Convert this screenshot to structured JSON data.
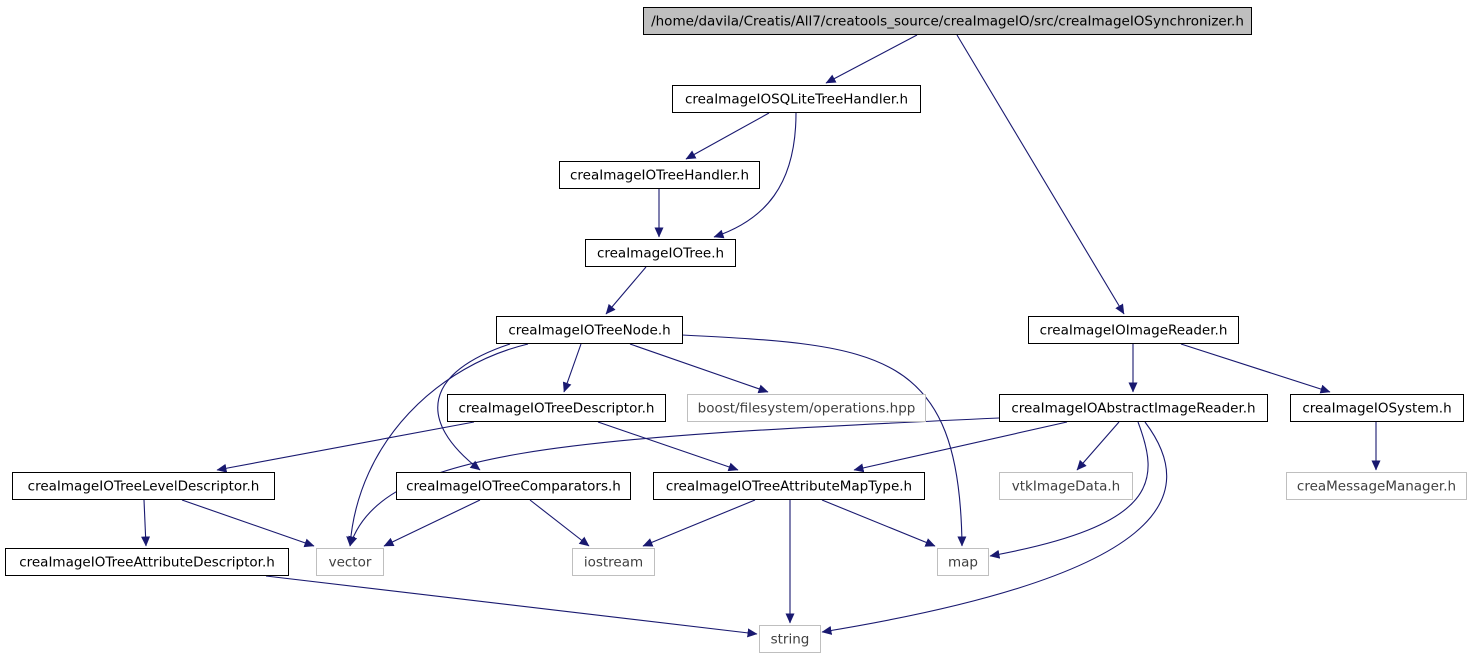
{
  "diagram": {
    "colors": {
      "edge": "#191970",
      "root_fill": "#bfbfbf",
      "node_fill": "#ffffff",
      "node_border": "#000000",
      "external_border": "#bfbfbf"
    },
    "nodes": [
      {
        "id": "synchronizer",
        "label": "/home/davila/Creatis/All7/creatools_source/creaImageIO/src/creaImageIOSynchronizer.h",
        "kind": "root"
      },
      {
        "id": "sqlite_handler",
        "label": "creaImageIOSQLiteTreeHandler.h",
        "kind": "header"
      },
      {
        "id": "tree_handler",
        "label": "creaImageIOTreeHandler.h",
        "kind": "header"
      },
      {
        "id": "tree",
        "label": "creaImageIOTree.h",
        "kind": "header"
      },
      {
        "id": "tree_node",
        "label": "creaImageIOTreeNode.h",
        "kind": "header"
      },
      {
        "id": "tree_descriptor",
        "label": "creaImageIOTreeDescriptor.h",
        "kind": "header"
      },
      {
        "id": "boost_fs",
        "label": "boost/filesystem/operations.hpp",
        "kind": "external"
      },
      {
        "id": "level_descriptor",
        "label": "creaImageIOTreeLevelDescriptor.h",
        "kind": "header"
      },
      {
        "id": "comparators",
        "label": "creaImageIOTreeComparators.h",
        "kind": "header"
      },
      {
        "id": "attr_map_type",
        "label": "creaImageIOTreeAttributeMapType.h",
        "kind": "header"
      },
      {
        "id": "attr_descriptor",
        "label": "creaImageIOTreeAttributeDescriptor.h",
        "kind": "header"
      },
      {
        "id": "vector",
        "label": "vector",
        "kind": "external"
      },
      {
        "id": "iostream",
        "label": "iostream",
        "kind": "external"
      },
      {
        "id": "map",
        "label": "map",
        "kind": "external"
      },
      {
        "id": "string",
        "label": "string",
        "kind": "external"
      },
      {
        "id": "image_reader",
        "label": "creaImageIOImageReader.h",
        "kind": "header"
      },
      {
        "id": "abstract_reader",
        "label": "creaImageIOAbstractImageReader.h",
        "kind": "header"
      },
      {
        "id": "vtk_image_data",
        "label": "vtkImageData.h",
        "kind": "external"
      },
      {
        "id": "system",
        "label": "creaImageIOSystem.h",
        "kind": "header"
      },
      {
        "id": "message_manager",
        "label": "creaMessageManager.h",
        "kind": "external"
      }
    ],
    "edges": [
      {
        "from": "synchronizer",
        "to": "sqlite_handler"
      },
      {
        "from": "synchronizer",
        "to": "image_reader"
      },
      {
        "from": "sqlite_handler",
        "to": "tree_handler"
      },
      {
        "from": "sqlite_handler",
        "to": "tree"
      },
      {
        "from": "tree_handler",
        "to": "tree"
      },
      {
        "from": "tree",
        "to": "tree_node"
      },
      {
        "from": "tree_node",
        "to": "tree_descriptor"
      },
      {
        "from": "tree_node",
        "to": "boost_fs"
      },
      {
        "from": "tree_node",
        "to": "comparators"
      },
      {
        "from": "tree_node",
        "to": "vector"
      },
      {
        "from": "tree_node",
        "to": "map"
      },
      {
        "from": "tree_descriptor",
        "to": "level_descriptor"
      },
      {
        "from": "tree_descriptor",
        "to": "attr_map_type"
      },
      {
        "from": "level_descriptor",
        "to": "attr_descriptor"
      },
      {
        "from": "level_descriptor",
        "to": "vector"
      },
      {
        "from": "comparators",
        "to": "vector"
      },
      {
        "from": "comparators",
        "to": "iostream"
      },
      {
        "from": "attr_map_type",
        "to": "iostream"
      },
      {
        "from": "attr_map_type",
        "to": "string"
      },
      {
        "from": "attr_map_type",
        "to": "map"
      },
      {
        "from": "attr_descriptor",
        "to": "string"
      },
      {
        "from": "image_reader",
        "to": "abstract_reader"
      },
      {
        "from": "image_reader",
        "to": "system"
      },
      {
        "from": "abstract_reader",
        "to": "vector"
      },
      {
        "from": "abstract_reader",
        "to": "attr_map_type"
      },
      {
        "from": "abstract_reader",
        "to": "vtk_image_data"
      },
      {
        "from": "abstract_reader",
        "to": "map"
      },
      {
        "from": "abstract_reader",
        "to": "string"
      },
      {
        "from": "system",
        "to": "message_manager"
      }
    ]
  }
}
